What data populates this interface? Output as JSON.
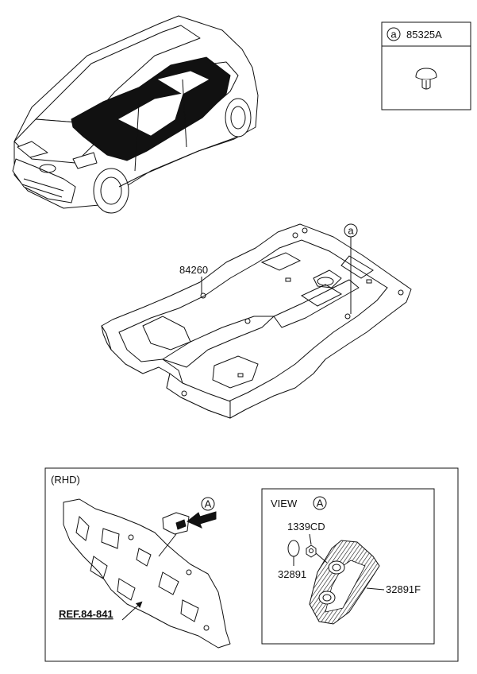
{
  "legend": {
    "circle_letter": "a",
    "part_number": "85325A",
    "icon": "clip-fastener-icon"
  },
  "main_assembly": {
    "part_number": "84260",
    "callout_letter": "a",
    "icon": "floor-covering-icon"
  },
  "vehicle": {
    "icon": "car-overview-icon"
  },
  "rhd_section": {
    "title": "(RHD)",
    "ref_label": "REF.84-841",
    "view_marker": "A",
    "view_box": {
      "title": "VIEW",
      "view_letter": "A",
      "parts": {
        "bolt": "1339CD",
        "plug": "32891",
        "pad": "32891F"
      }
    }
  }
}
